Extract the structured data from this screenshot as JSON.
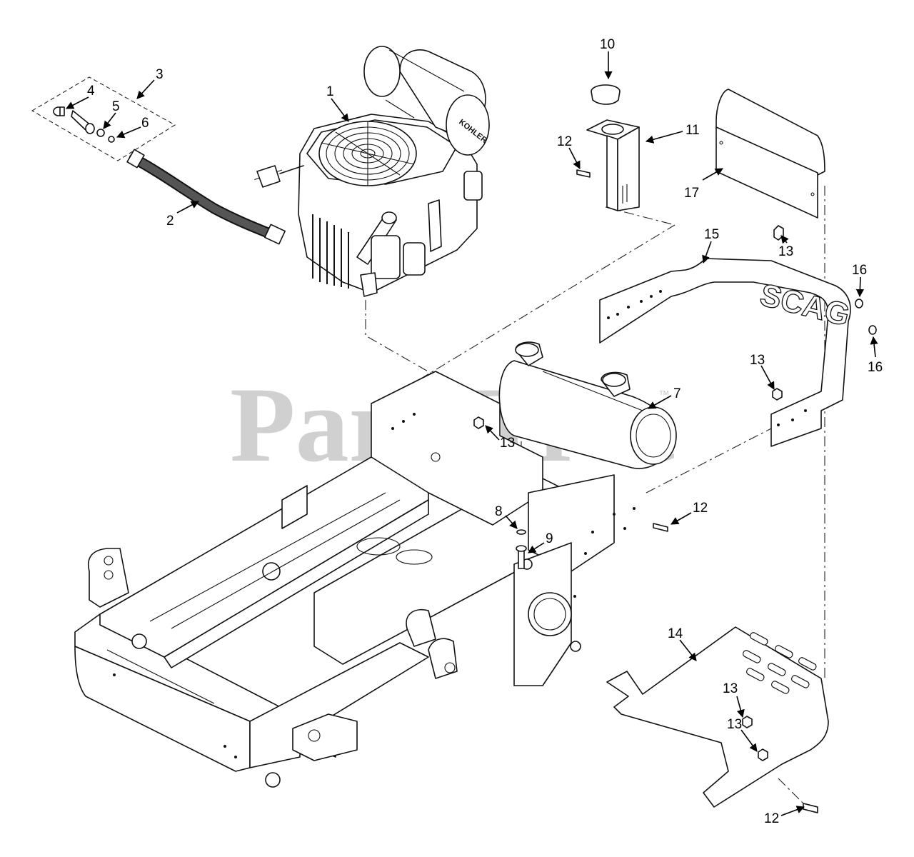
{
  "watermark": {
    "text": "PartsTree",
    "trademark": "™"
  },
  "brand_marks": {
    "engine": "KOHLER",
    "guard": "SCAG"
  },
  "callouts": [
    {
      "id": "c1",
      "label": "1"
    },
    {
      "id": "c2",
      "label": "2"
    },
    {
      "id": "c3",
      "label": "3"
    },
    {
      "id": "c4",
      "label": "4"
    },
    {
      "id": "c5",
      "label": "5"
    },
    {
      "id": "c6",
      "label": "6"
    },
    {
      "id": "c7",
      "label": "7"
    },
    {
      "id": "c8",
      "label": "8"
    },
    {
      "id": "c9",
      "label": "9"
    },
    {
      "id": "c10",
      "label": "10"
    },
    {
      "id": "c11",
      "label": "11"
    },
    {
      "id": "c12a",
      "label": "12"
    },
    {
      "id": "c12b",
      "label": "12"
    },
    {
      "id": "c12c",
      "label": "12"
    },
    {
      "id": "c13a",
      "label": "13"
    },
    {
      "id": "c13b",
      "label": "13"
    },
    {
      "id": "c13c",
      "label": "13"
    },
    {
      "id": "c13d",
      "label": "13"
    },
    {
      "id": "c13e",
      "label": "13"
    },
    {
      "id": "c14",
      "label": "14"
    },
    {
      "id": "c15",
      "label": "15"
    },
    {
      "id": "c16a",
      "label": "16"
    },
    {
      "id": "c16b",
      "label": "16"
    },
    {
      "id": "c17",
      "label": "17"
    }
  ]
}
